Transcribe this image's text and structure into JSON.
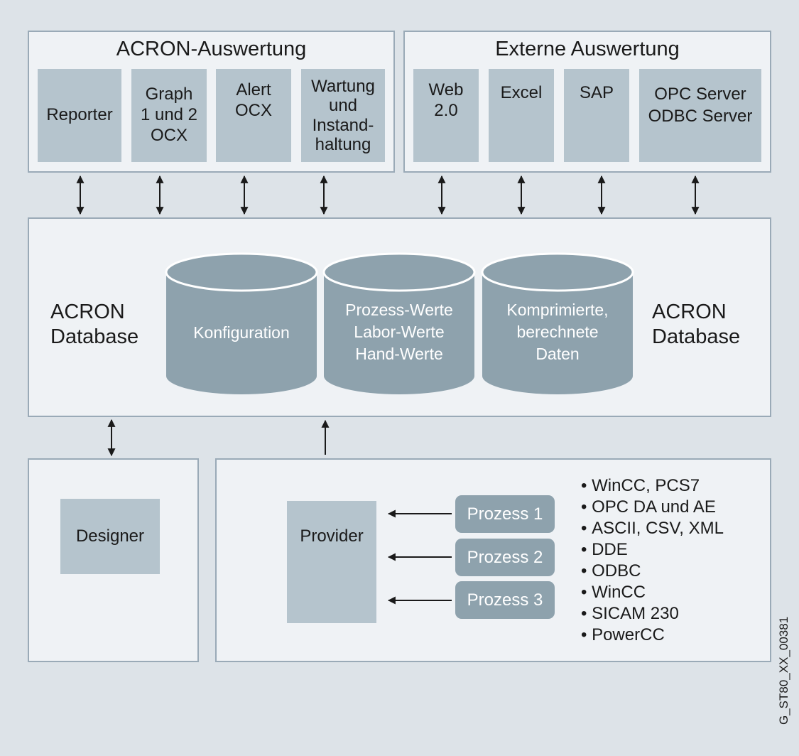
{
  "acron_auswertung": {
    "title": "ACRON-Auswertung",
    "boxes": [
      "Reporter",
      "Graph\n1 und 2\nOCX",
      "Alert\nOCX",
      "Wartung\nund\nInstand-\nhaltung"
    ]
  },
  "externe_auswertung": {
    "title": "Externe Auswertung",
    "boxes": [
      "Web\n2.0",
      "Excel",
      "SAP",
      "OPC Server\nODBC Server"
    ]
  },
  "database": {
    "left_label": "ACRON\nDatabase",
    "right_label": "ACRON\nDatabase",
    "cylinders": [
      "Konfiguration",
      "Prozess-Werte\nLabor-Werte\nHand-Werte",
      "Komprimierte,\nberechnete\nDaten"
    ]
  },
  "designer": {
    "label": "Designer"
  },
  "provider": {
    "label": "Provider",
    "processes": [
      "Prozess 1",
      "Prozess 2",
      "Prozess 3"
    ],
    "sources": [
      "WinCC, PCS7",
      "OPC DA und AE",
      "ASCII, CSV, XML",
      "DDE",
      "ODBC",
      "WinCC",
      "SICAM 230",
      "PowerCC"
    ]
  },
  "figure_id": "G_ST80_XX_00381",
  "colors": {
    "background": "#dde3e8",
    "panel": "#eff2f5",
    "panel_border": "#9aaab7",
    "box": "#b5c4cd",
    "cylinder": "#8ea2ad",
    "arrow": "#1a1a1a"
  }
}
